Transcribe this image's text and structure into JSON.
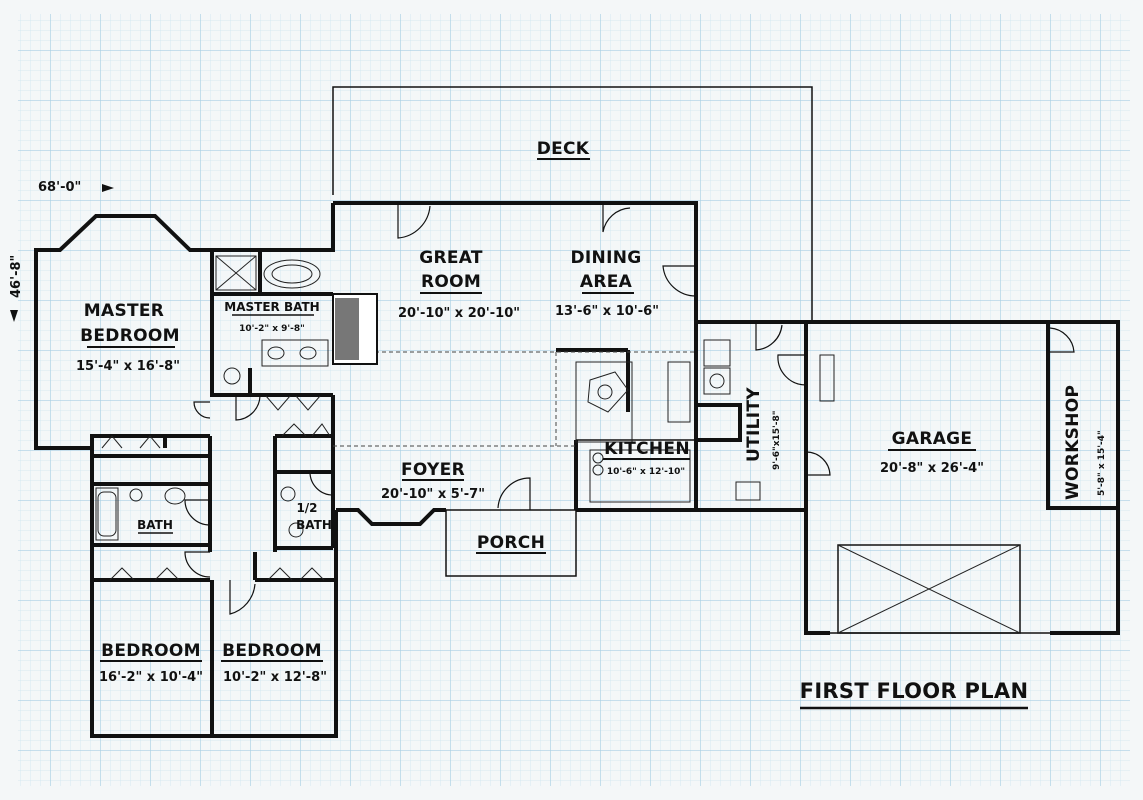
{
  "title": "FIRST FLOOR PLAN",
  "overall_dimensions": {
    "width": "68'-0\"",
    "depth": "46'-8\""
  },
  "rooms": {
    "deck": {
      "name": "DECK"
    },
    "great_room": {
      "name_line1": "GREAT",
      "name_line2": "ROOM",
      "dims": "20'-10\" x 20'-10\""
    },
    "dining_area": {
      "name_line1": "DINING",
      "name_line2": "AREA",
      "dims": "13'-6\" x 10'-6\""
    },
    "master_bedroom": {
      "name_line1": "MASTER",
      "name_line2": "BEDROOM",
      "dims": "15'-4\" x 16'-8\""
    },
    "master_bath": {
      "name": "MASTER BATH",
      "dims": "10'-2\" x 9'-8\""
    },
    "kitchen": {
      "name": "KITCHEN",
      "dims": "10'-6\" x 12'-10\""
    },
    "utility": {
      "name": "UTILITY",
      "dims": "9'-6\"x15'-8\""
    },
    "garage": {
      "name": "GARAGE",
      "dims": "20'-8\" x 26'-4\""
    },
    "workshop": {
      "name": "WORKSHOP",
      "dims": "5'-8\" x 15'-4\""
    },
    "foyer": {
      "name": "FOYER",
      "dims": "20'-10\" x 5'-7\""
    },
    "porch": {
      "name": "PORCH"
    },
    "bath": {
      "name": "BATH"
    },
    "half_bath": {
      "name_line1": "1/2",
      "name_line2": "BATH"
    },
    "bedroom_1": {
      "name": "BEDROOM",
      "dims": "16'-2\" x 10'-4\""
    },
    "bedroom_2": {
      "name": "BEDROOM",
      "dims": "10'-2\" x 12'-8\""
    }
  },
  "colors": {
    "grid_minor": "#cfe5f0",
    "grid_major": "#a9d0e4",
    "background": "#f4f7f8",
    "ink": "#111111"
  }
}
